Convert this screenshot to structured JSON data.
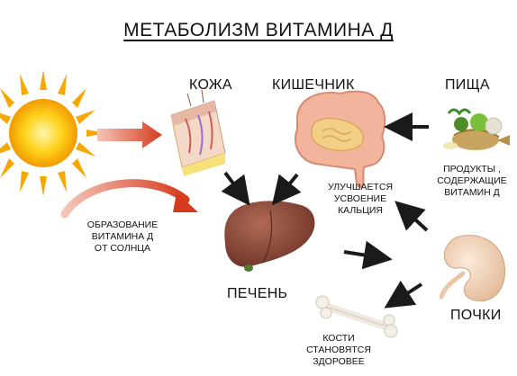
{
  "title": "МЕТАБОЛИЗМ ВИТАМИНА Д",
  "labels": {
    "skin": "КОЖА",
    "intestine": "КИШЕЧНИК",
    "food": "ПИЩА",
    "liver": "ПЕЧЕНЬ",
    "kidneys": "ПОЧКИ"
  },
  "notes": {
    "sun_formation": [
      "ОБРАЗОВАНИЕ",
      "ВИТАМИНА Д",
      "ОТ СОЛНЦА"
    ],
    "food_products": [
      "ПРОДУКТЫ ,",
      "СОДЕРЖАЩИЕ",
      "ВИТАМИН Д"
    ],
    "calcium": [
      "УЛУЧШАЕТСЯ",
      "УСВОЕНИЕ",
      "КАЛЬЦИЯ"
    ],
    "bones": [
      "КОСТИ",
      "СТАНОВЯТСЯ",
      "ЗДОРОВЕЕ"
    ]
  },
  "colors": {
    "sun": "#f7b500",
    "arrow_red": "#d9452b",
    "liver": "#8b4a3a",
    "intestine": "#f2b49c",
    "kidney": "#f3d8bf",
    "bone": "#efe9e0",
    "arrow_black": "#1a1a1a"
  }
}
